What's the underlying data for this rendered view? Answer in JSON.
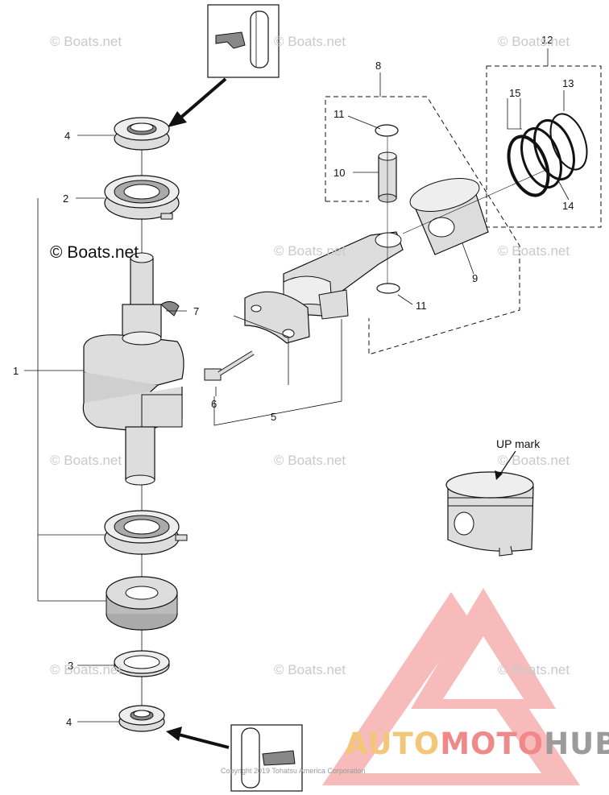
{
  "callouts": [
    "1",
    "2",
    "3",
    "4",
    "4",
    "5",
    "6",
    "7",
    "8",
    "9",
    "10",
    "11",
    "11",
    "12",
    "13",
    "14",
    "15"
  ],
  "labels": {
    "n1": "1",
    "n2": "2",
    "n3": "3",
    "n4a": "4",
    "n4b": "4",
    "n5": "5",
    "n6": "6",
    "n7": "7",
    "n8": "8",
    "n9": "9",
    "n10": "10",
    "n11a": "11",
    "n11b": "11",
    "n12": "12",
    "n13": "13",
    "n14": "14",
    "n15": "15",
    "up_mark": "UP mark"
  },
  "watermark": {
    "text": "© Boats.net",
    "strong": "© Boats.net"
  },
  "copyright": "Copyright 2019 Tohatsu America Corporation",
  "logo": {
    "part1": "AUTO",
    "part2": "MOTO",
    "part3": "HUB"
  },
  "colors": {
    "line": "#111111",
    "watermark": "#c9c9c9",
    "logo_red": "#f08a8a",
    "logo_gold": "#f3c77a",
    "logo_gray": "#9b9b9b"
  }
}
